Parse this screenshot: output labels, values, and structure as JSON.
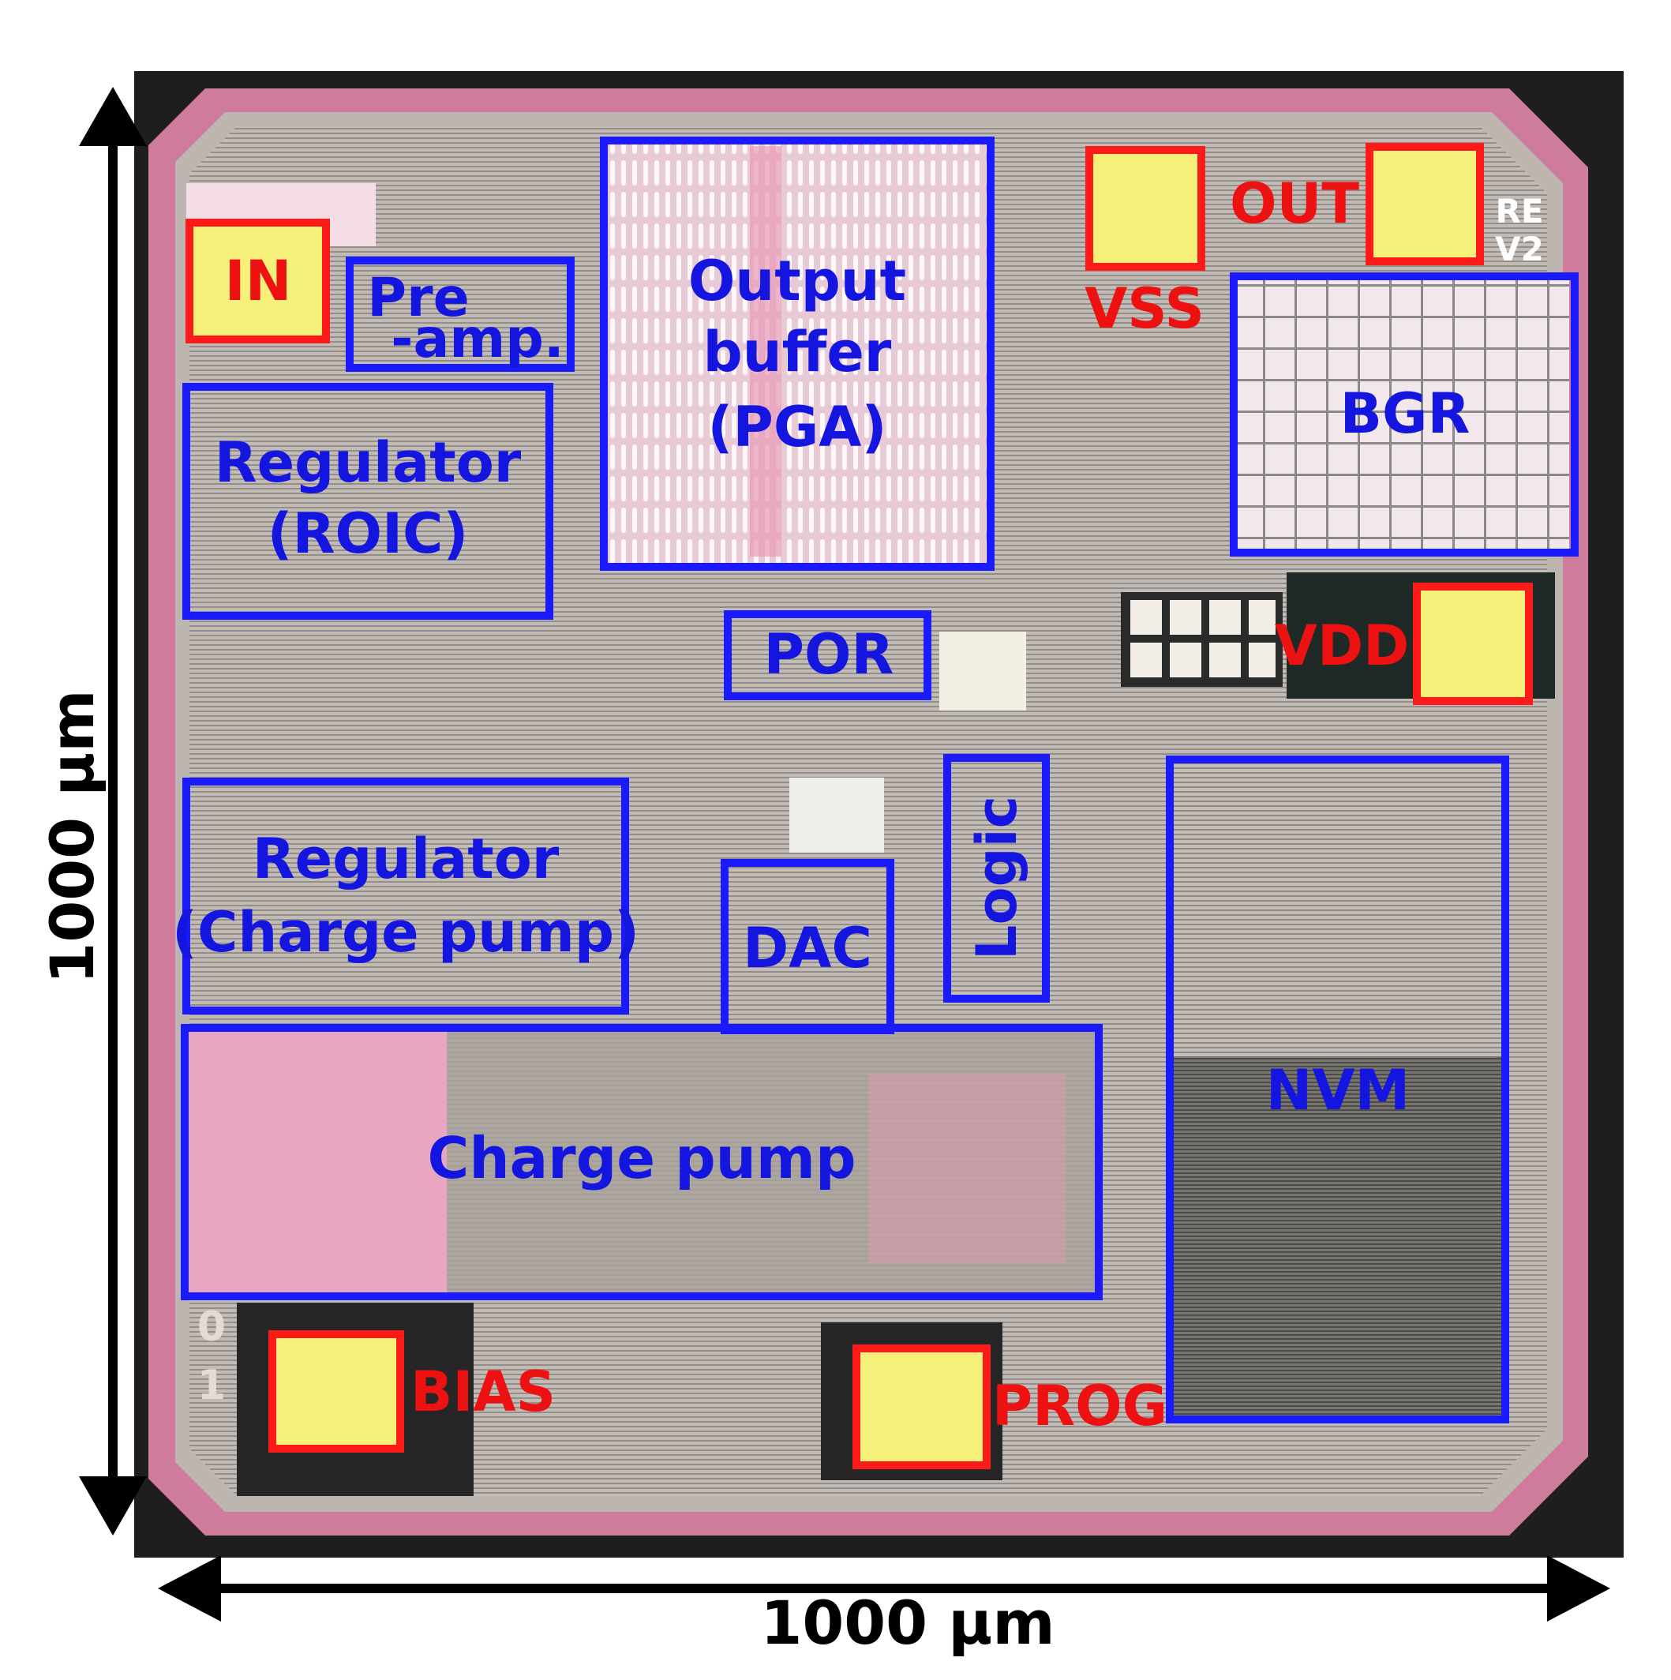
{
  "dimensions": {
    "vertical": "1000 µm",
    "horizontal": "1000 µm"
  },
  "pads": {
    "in": "IN",
    "vss": "VSS",
    "out": "OUT",
    "vdd": "VDD",
    "bias": "BIAS",
    "prog": "PROG"
  },
  "blocks": {
    "preamp": [
      "Pre",
      "-amp."
    ],
    "regulator_roic": [
      "Regulator",
      "(ROIC)"
    ],
    "output_buffer": [
      "Output",
      "buffer",
      "(PGA)"
    ],
    "bgr": "BGR",
    "por": "POR",
    "regulator_cp": [
      "Regulator",
      "(Charge pump)"
    ],
    "dac": "DAC",
    "logic": "Logic",
    "nvm": "NVM",
    "charge_pump": "Charge pump"
  },
  "marks": {
    "revision": [
      "RE",
      "V2"
    ],
    "die_id": [
      "0",
      "1"
    ]
  },
  "colors": {
    "pad_outline": "#ff1a1a",
    "pad_label": "#ee1111",
    "block_outline": "#1a1aff",
    "block_label": "#1515e0",
    "pad_fill": "#f5f07a",
    "die_pink": "#d98aa8",
    "die_gray": "#b9b2ad",
    "die_background": "#1e1e1e"
  }
}
